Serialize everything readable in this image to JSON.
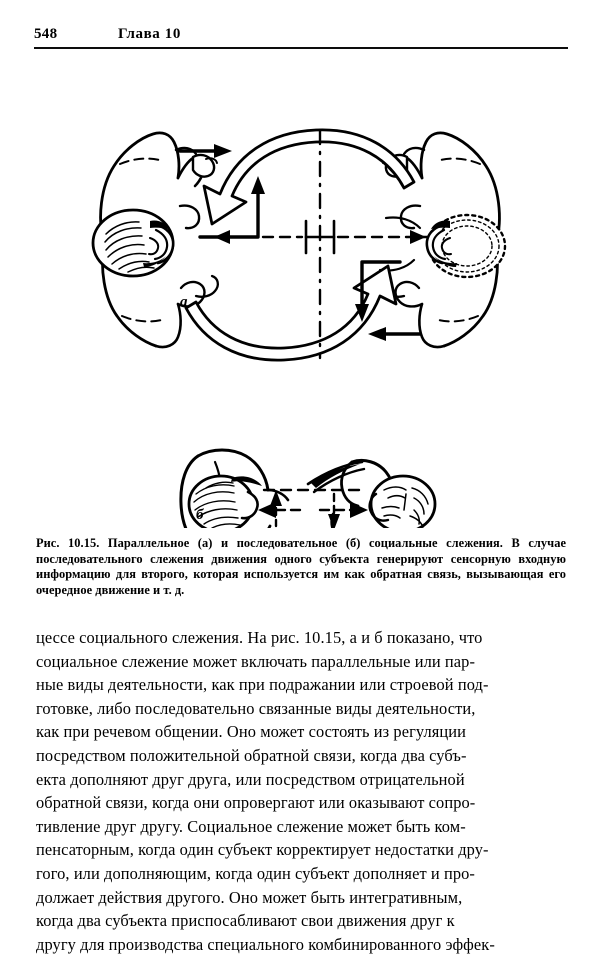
{
  "header": {
    "page_number": "548",
    "chapter_title": "Глава 10"
  },
  "figure": {
    "label_a": "а",
    "label_b": "б",
    "description_a": "Two persons viewed from above facing a common central axis, linked by two large hollow curved arrows forming a circular loop, with solid straight arrows and a dash-dot vertical centerline.",
    "description_b": "Two persons viewed from above connected by a dashed rectangular linkage with bidirectional arrows indicating sequential tracking."
  },
  "caption": {
    "lines": [
      "Рис. 10.15. Параллельное (а) и последовательное (б) социальные слежения.",
      "В случае последовательного слежения движения одного субъекта генерируют",
      "сенсорную входную информацию для второго, которая используется им как",
      "обратная связь, вызывающая его очередное движение и т. д."
    ],
    "full_text": "Рис. 10.15. Параллельное (а) и последовательное (б) социальные слежения. В случае последовательного слежения движения одного субъекта генерируют сенсорную входную информацию для второго, которая используется им как обратная связь, вызывающая его очередное движение и т. д."
  },
  "body": {
    "lines": [
      "цессе социального слежения. На рис. 10.15, а и б показано, что",
      "социальное слежение может включать параллельные или пар-",
      "ные виды деятельности, как при подражании или строевой под-",
      "готовке, либо последовательно связанные виды  деятельности,",
      "как при речевом общении. Оно может состоять  из регуляции",
      "посредством положительной обратной связи, когда два субъ-",
      "екта дополняют друг друга, или  посредством отрицательной",
      "обратной связи, когда они опровергают или оказывают сопро-",
      "тивление друг другу. Социальное слежение может быть ком-",
      "пенсаторным, когда один субъект корректирует недостатки дру-",
      "гого, или дополняющим, когда один субъект дополняет и про-",
      "должает действия другого. Оно может быть  интегративным,",
      "когда два субъекта приспосабливают свои  движения  друг к",
      "другу  для  производства специального комбинированного эффек-"
    ],
    "full_text": "цессе социального слежения. На рис. 10.15, а и б показано, что социальное слежение может включать параллельные или парные виды деятельности, как при подражании или строевой подготовке, либо последовательно связанные виды деятельности, как при речевом общении. Оно может состоять из регуляции посредством положительной обратной связи, когда два субъекта дополняют друг друга, или посредством отрицательной обратной связи, когда они опровергают или оказывают сопротивление друг другу. Социальное слежение может быть компенсаторным, когда один субъект корректирует недостатки другого, или дополняющим, когда один субъект дополняет и продолжает действия другого. Оно может быть интегративным, когда два субъекта приспосабливают свои движения друг к другу для производства специального комбинированного эффек-"
  },
  "colors": {
    "ink": "#000000",
    "paper": "#ffffff"
  }
}
